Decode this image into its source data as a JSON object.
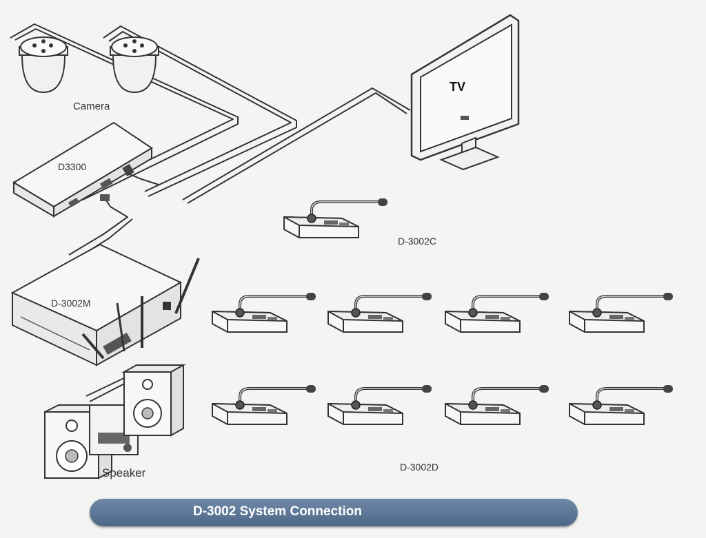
{
  "labels": {
    "camera": "Camera",
    "d3300": "D3300",
    "tv": "TV",
    "d3002m": "D-3002M",
    "d3002c": "D-3002C",
    "speaker": "Speaker",
    "d3002d": "D-3002D"
  },
  "title": "D-3002 System Connection",
  "colors": {
    "line": "#333333",
    "device_fill": "#f7f7f5",
    "title_bar": "#5a7494"
  },
  "units": {
    "cameras": 2,
    "chairman_units": 1,
    "delegate_units": 8
  }
}
